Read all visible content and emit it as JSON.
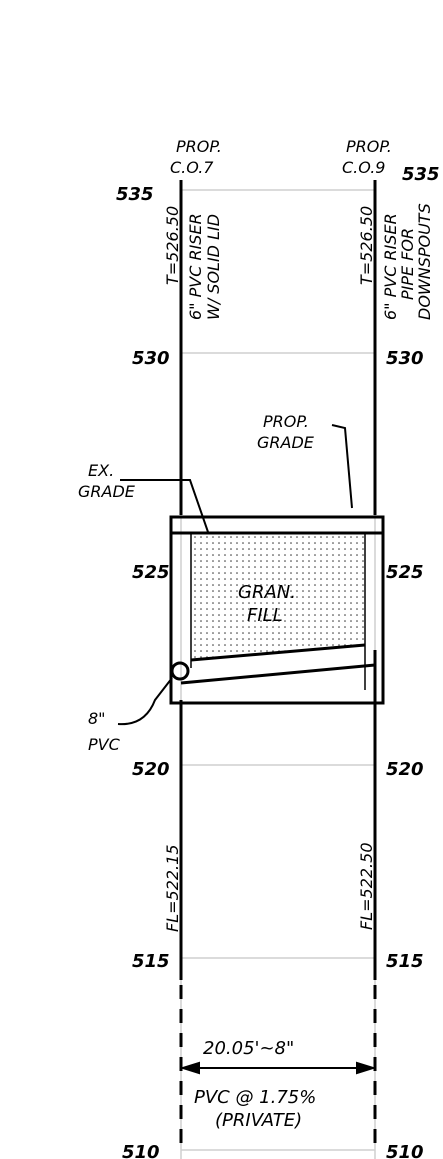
{
  "structures": {
    "left": {
      "name_line1": "PROP.",
      "name_line2": "C.O.7",
      "top_elev": "T=526.50",
      "riser_line1": "6\" PVC RISER",
      "riser_line2": "W/ SOLID LID",
      "flowline": "FL=522.15"
    },
    "right": {
      "name_line1": "PROP.",
      "name_line2": "C.O.9",
      "top_elev": "T=526.50",
      "riser_line1": "6\" PVC RISER",
      "riser_line2": "PIPE FOR",
      "riser_line3": "DOWNSPOUTS",
      "flowline": "FL=522.50"
    }
  },
  "elevations": {
    "left": [
      "535",
      "530",
      "525",
      "520",
      "515",
      "510"
    ],
    "right": [
      "535",
      "530",
      "525",
      "520",
      "515",
      "510"
    ]
  },
  "callouts": {
    "ex_grade_line1": "EX.",
    "ex_grade_line2": "GRADE",
    "prop_grade_line1": "PROP.",
    "prop_grade_line2": "GRADE",
    "fill_line1": "GRAN.",
    "fill_line2": "FILL",
    "pipe_line1": "8\"",
    "pipe_line2": "PVC"
  },
  "pipe_run": {
    "length": "20.05'~8\"",
    "slope": "PVC @ 1.75%",
    "note": "(PRIVATE)"
  }
}
